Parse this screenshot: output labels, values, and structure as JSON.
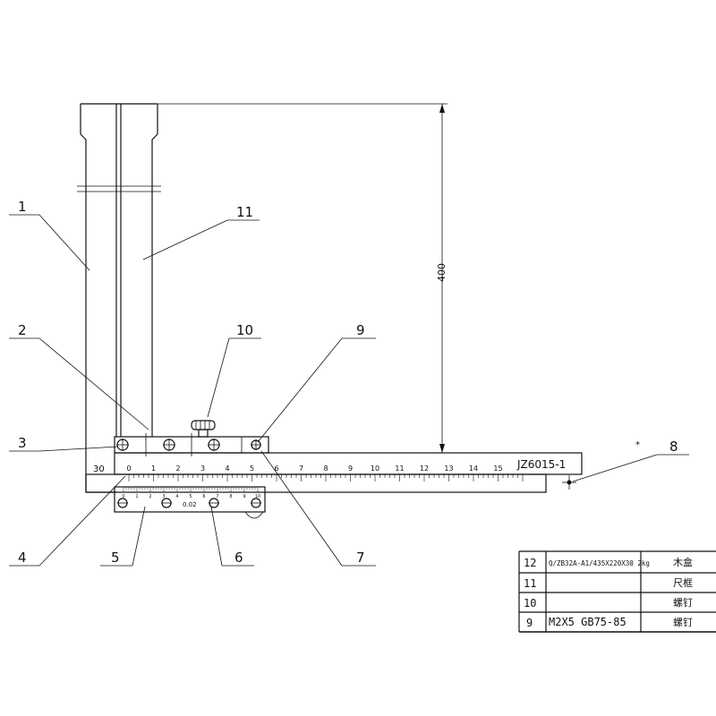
{
  "drawing": {
    "dimension_height": "400",
    "model_label": "JZ6015-1",
    "left_scale_label": "30",
    "vernier_label": "0.02",
    "main_scale_numbers": [
      "0",
      "1",
      "2",
      "3",
      "4",
      "5",
      "6",
      "7",
      "8",
      "9",
      "10",
      "11",
      "12",
      "13",
      "14",
      "15"
    ],
    "vernier_numbers": [
      "0",
      "1",
      "2",
      "3",
      "4",
      "5",
      "6",
      "7",
      "8",
      "9",
      "10"
    ]
  },
  "callouts": [
    {
      "id": "c1",
      "label": "1"
    },
    {
      "id": "c2",
      "label": "2"
    },
    {
      "id": "c3",
      "label": "3"
    },
    {
      "id": "c4",
      "label": "4"
    },
    {
      "id": "c5",
      "label": "5"
    },
    {
      "id": "c6",
      "label": "6"
    },
    {
      "id": "c7",
      "label": "7"
    },
    {
      "id": "c8",
      "label": "8"
    },
    {
      "id": "c9",
      "label": "9"
    },
    {
      "id": "c10",
      "label": "10"
    },
    {
      "id": "c11",
      "label": "11"
    }
  ],
  "bom": [
    {
      "no": "12",
      "spec": "Q/ZB32A-A1/435X220X30 2kg",
      "name": "木盒"
    },
    {
      "no": "11",
      "spec": "",
      "name": "尺框"
    },
    {
      "no": "10",
      "spec": "",
      "name": "螺钉"
    },
    {
      "no": "9",
      "spec": "M2X5 GB75-85",
      "name": "螺钉"
    }
  ]
}
